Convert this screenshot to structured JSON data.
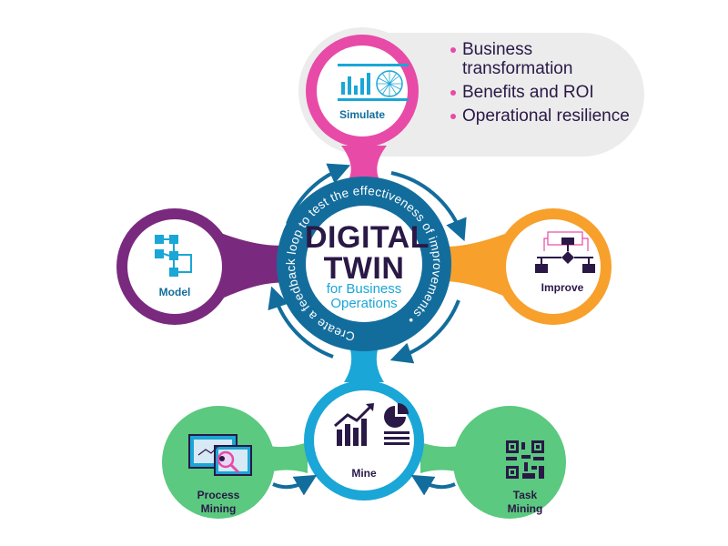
{
  "center": {
    "title_line1": "DIGITAL",
    "title_line2": "TWIN",
    "subtitle_line1": "for Business",
    "subtitle_line2": "Operations",
    "ring_text": "Create a feedback loop to test the effectiveness of improvements •"
  },
  "nodes": {
    "simulate": {
      "label": "Simulate"
    },
    "model": {
      "label": "Model"
    },
    "improve": {
      "label": "Improve"
    },
    "mine": {
      "label": "Mine"
    },
    "process_mining": {
      "label_line1": "Process",
      "label_line2": "Mining"
    },
    "task_mining": {
      "label_line1": "Task",
      "label_line2": "Mining"
    }
  },
  "simulate_benefits": [
    "Business transformation",
    "Benefits and ROI",
    "Operational resilience"
  ],
  "colors": {
    "simulate": "#e84aa7",
    "model": "#7a2a7e",
    "improve": "#f7a02c",
    "mine": "#1aa6d6",
    "mining": "#5bc97f",
    "hub": "#136d9c",
    "dark": "#2a1846",
    "callout": "#ececec"
  }
}
